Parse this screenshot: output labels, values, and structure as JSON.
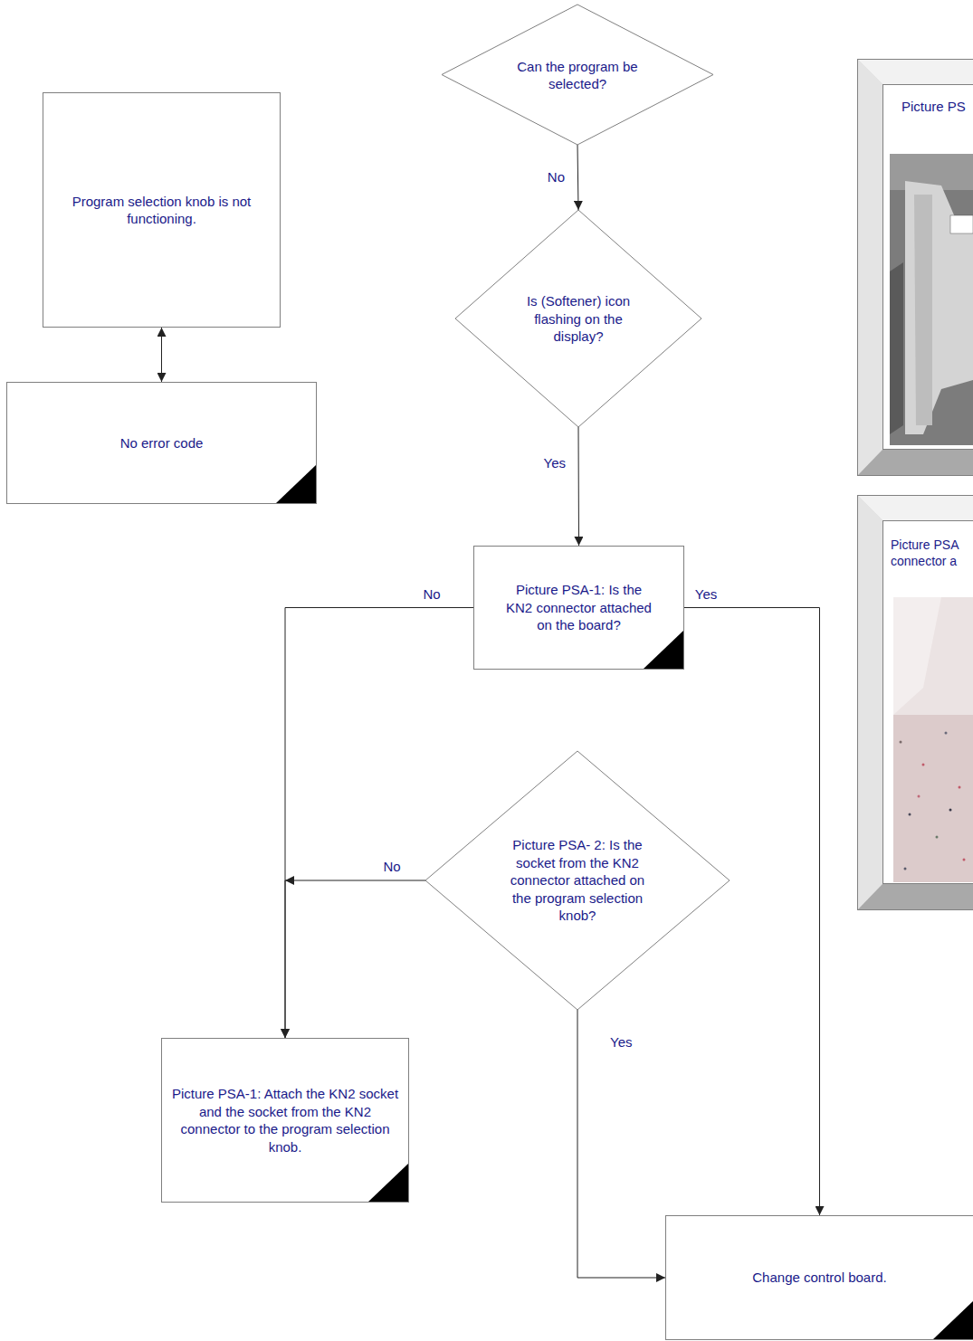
{
  "diagram": {
    "nodes": [
      {
        "text": [
          "Program selection knob is not functioning."
        ]
      },
      {
        "text": [
          "No error code"
        ]
      },
      {
        "text": [
          "Can the program be selected?"
        ]
      },
      {
        "text": [
          "Is (Softener) icon flashing on the display?"
        ]
      },
      {
        "text": [
          "Picture PS"
        ]
      },
      {
        "text": [
          "Picture PSA-1: Is the KN2 connector attached on the board?"
        ]
      },
      {
        "text": [
          "Picture PSA connector a"
        ]
      },
      {
        "text": [
          "Picture PSA- 2: Is the socket from the KN2 connector attached on the program selection knob?"
        ]
      },
      {
        "text": [
          "Picture PSA-1: Attach the KN2 socket and the socket from the KN2 connector to the program selection knob."
        ]
      },
      {
        "text": [
          "Change control board."
        ]
      }
    ],
    "edges": [
      {
        "from": 0,
        "to": 1,
        "arrow": "both"
      },
      {
        "from": 2,
        "to": 3,
        "label": "No",
        "arrow": "to"
      },
      {
        "from": 3,
        "to": 5,
        "label": "Yes",
        "arrow": "to"
      },
      {
        "from": 5,
        "to": 8,
        "label": "No",
        "arrow": "to"
      },
      {
        "from": 5,
        "to": 9,
        "label": "Yes",
        "arrow": "to"
      },
      {
        "from": 7,
        "to": 8,
        "label": "No",
        "arrow": "to"
      },
      {
        "from": 7,
        "to": 9,
        "label": "Yes",
        "arrow": "to"
      }
    ]
  }
}
